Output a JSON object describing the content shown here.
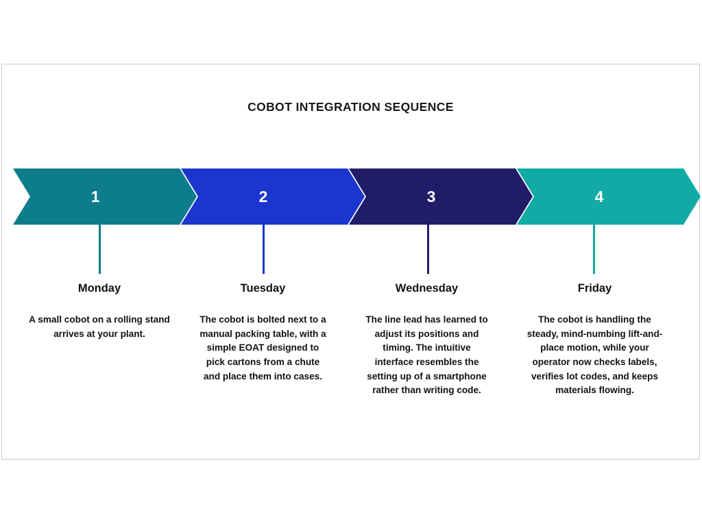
{
  "slide": {
    "title": "COBOT INTEGRATION SEQUENCE"
  },
  "chart_data": {
    "type": "table",
    "title": "COBOT INTEGRATION SEQUENCE",
    "layout": "horizontal chevron process timeline, 4 steps",
    "categories": [
      "Monday",
      "Tuesday",
      "Wednesday",
      "Friday"
    ],
    "values": [
      1,
      2,
      3,
      4
    ],
    "legend_position": "none",
    "grid": false,
    "series": [
      {
        "name": "steps",
        "values": [
          1,
          2,
          3,
          4
        ]
      }
    ]
  },
  "steps": [
    {
      "number": "1",
      "day": "Monday",
      "description": "A small cobot on a rolling stand arrives at your plant.",
      "color": "#0E7D8B"
    },
    {
      "number": "2",
      "day": "Tuesday",
      "description": "The cobot is bolted next to a manual packing table, with a simple EOAT designed to pick cartons from a chute and place them into cases.",
      "color": "#1B35CE"
    },
    {
      "number": "3",
      "day": "Wednesday",
      "description": "The line lead has learned to adjust its positions and timing. The intuitive interface resembles the setting up of a smartphone rather than writing code.",
      "color": "#211C68"
    },
    {
      "number": "4",
      "day": "Friday",
      "description": "The cobot is handling the steady, mind-numbing lift-and-place motion, while your operator now checks labels, verifies lot codes, and keeps materials flowing.",
      "color": "#10ABA4"
    }
  ]
}
